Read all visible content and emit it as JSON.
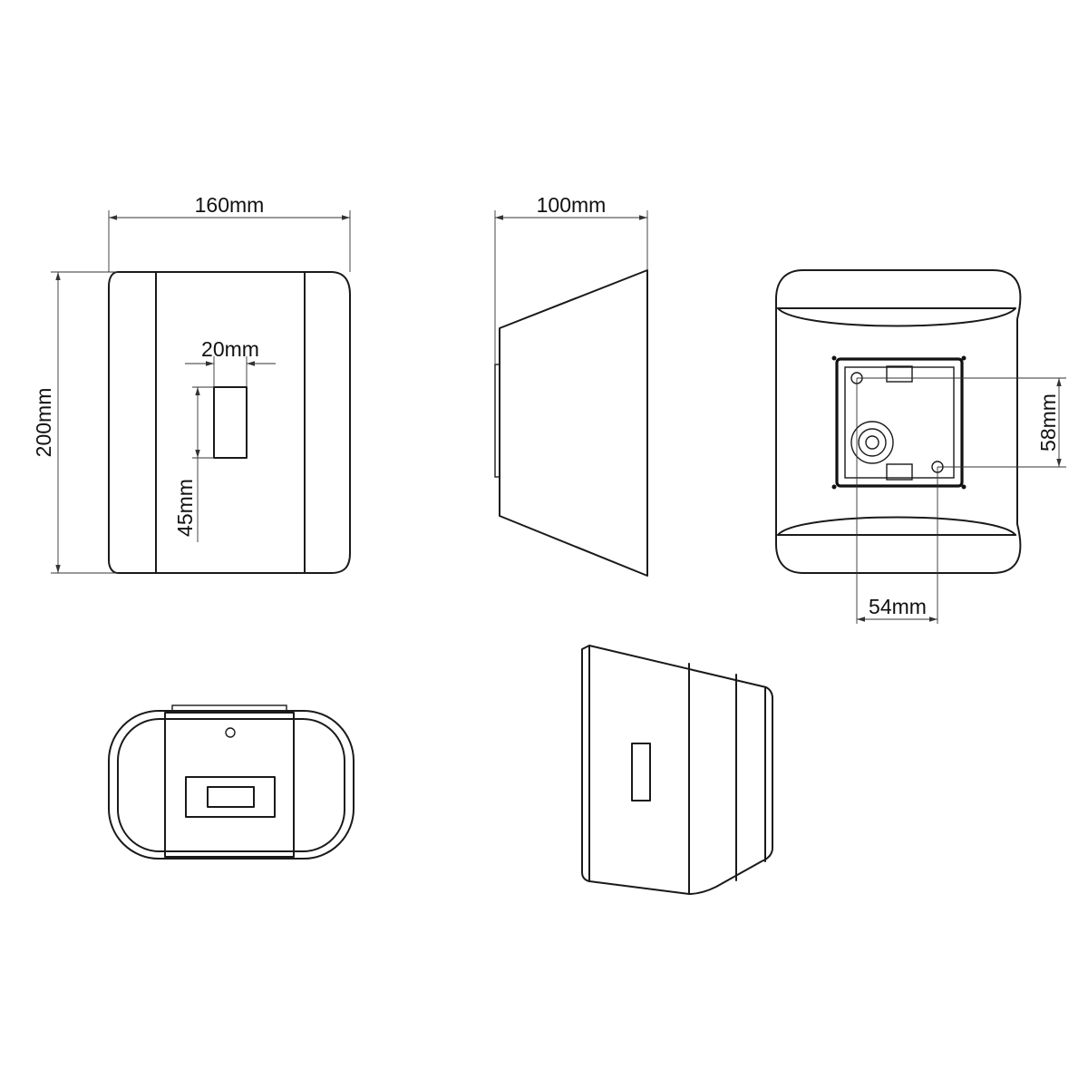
{
  "dimensions": {
    "width": "160mm",
    "height": "200mm",
    "depth": "100mm",
    "window_width": "20mm",
    "window_offset": "45mm",
    "mount_vertical": "58mm",
    "mount_horizontal": "54mm"
  },
  "colors": {
    "line": "#1a1a1a",
    "background": "#ffffff"
  }
}
